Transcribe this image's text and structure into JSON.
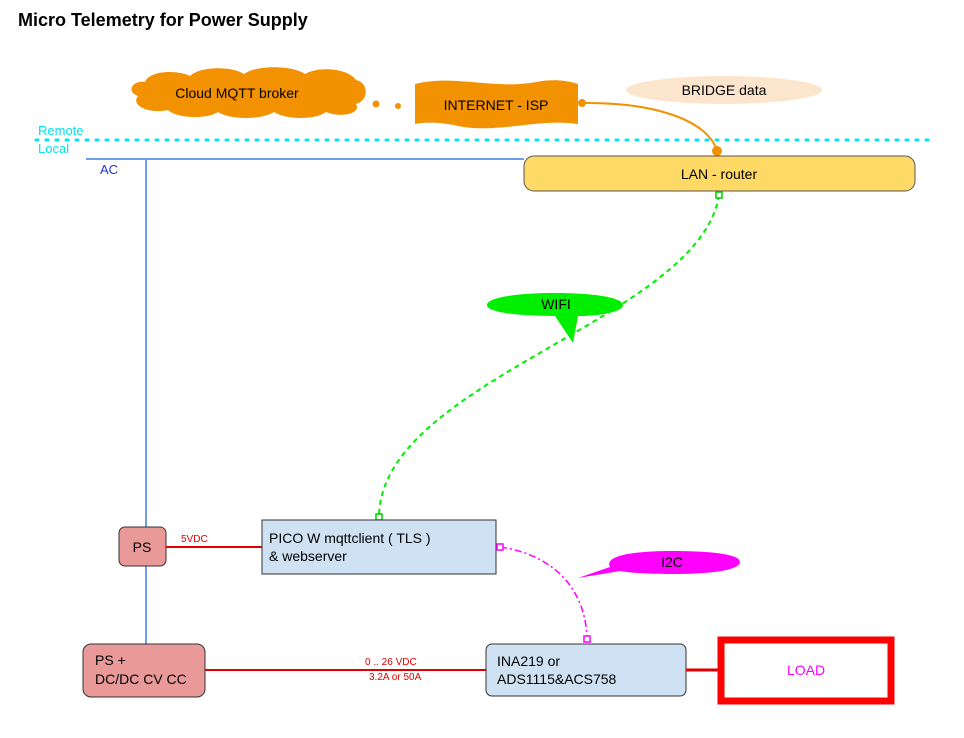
{
  "title": "Micro Telemetry for Power Supply",
  "nodes": {
    "cloud": "Cloud MQTT broker",
    "internet": "INTERNET - ISP",
    "bridge": "BRIDGE data",
    "remote": "Remote",
    "local": "Local",
    "ac": "AC",
    "router": "LAN - router",
    "wifi": "WIFI",
    "ps": "PS",
    "pico_line1": "PICO W mqttclient ( TLS )",
    "pico_line2": "& webserver",
    "i2c": "I2C",
    "psdc_line1": "PS +",
    "psdc_line2": "DC/DC CV CC",
    "sensor_line1": "INA219 or",
    "sensor_line2": "ADS1115&ACS758",
    "load": "LOAD"
  },
  "labels": {
    "vdc5": "5VDC",
    "range_v": "0 .. 26 VDC",
    "range_a": "3.2A or 50A"
  },
  "colors": {
    "cloud": "#f39200",
    "router": "#ffd966",
    "bridge_bubble": "#fce5cd",
    "remote_local": "#00e5ee",
    "ac_line": "#6d9eeb",
    "wifi": "#00ee00",
    "i2c": "#ff00ff",
    "ps_box": "#ea9999",
    "blue_box": "#cfe2f3",
    "power_line": "#e00000",
    "load_border": "#ff0000"
  }
}
